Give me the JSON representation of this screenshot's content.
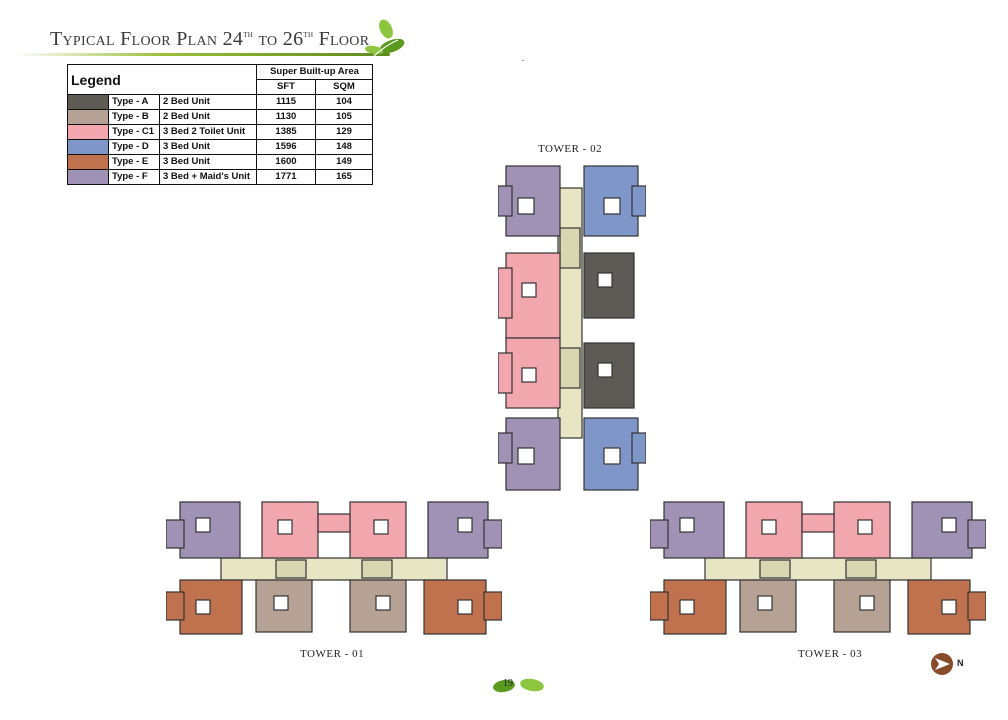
{
  "page": {
    "title_part1": "Typical Floor Plan 24",
    "title_sup1": "th",
    "title_part2": " to 26",
    "title_sup2": "th",
    "title_part3": " Floor",
    "page_number": "19"
  },
  "legend": {
    "title": "Legend",
    "area_header": "Super Built-up Area",
    "col_sft": "SFT",
    "col_sqm": "SQM",
    "rows": [
      {
        "type": "Type - A",
        "desc": "2 Bed Unit",
        "sft": "1115",
        "sqm": "104",
        "color": "#5e5b57"
      },
      {
        "type": "Type - B",
        "desc": "2 Bed Unit",
        "sft": "1130",
        "sqm": "105",
        "color": "#b6a294"
      },
      {
        "type": "Type - C1",
        "desc": "3 Bed 2 Toilet Unit",
        "sft": "1385",
        "sqm": "129",
        "color": "#f2a6ad"
      },
      {
        "type": "Type - D",
        "desc": "3 Bed Unit",
        "sft": "1596",
        "sqm": "148",
        "color": "#7f97c8"
      },
      {
        "type": "Type - E",
        "desc": "3 Bed Unit",
        "sft": "1600",
        "sqm": "149",
        "color": "#c0714e"
      },
      {
        "type": "Type - F",
        "desc": "3 Bed + Maid's Unit",
        "sft": "1771",
        "sqm": "165",
        "color": "#9f92b5"
      }
    ]
  },
  "towers": {
    "t1": "TOWER - 01",
    "t2": "TOWER - 02",
    "t3": "TOWER - 03"
  },
  "compass": {
    "label": "N"
  },
  "colors": {
    "core": "#e8e5c4",
    "wall": "#333333",
    "accent_green": "#7fb52a"
  }
}
